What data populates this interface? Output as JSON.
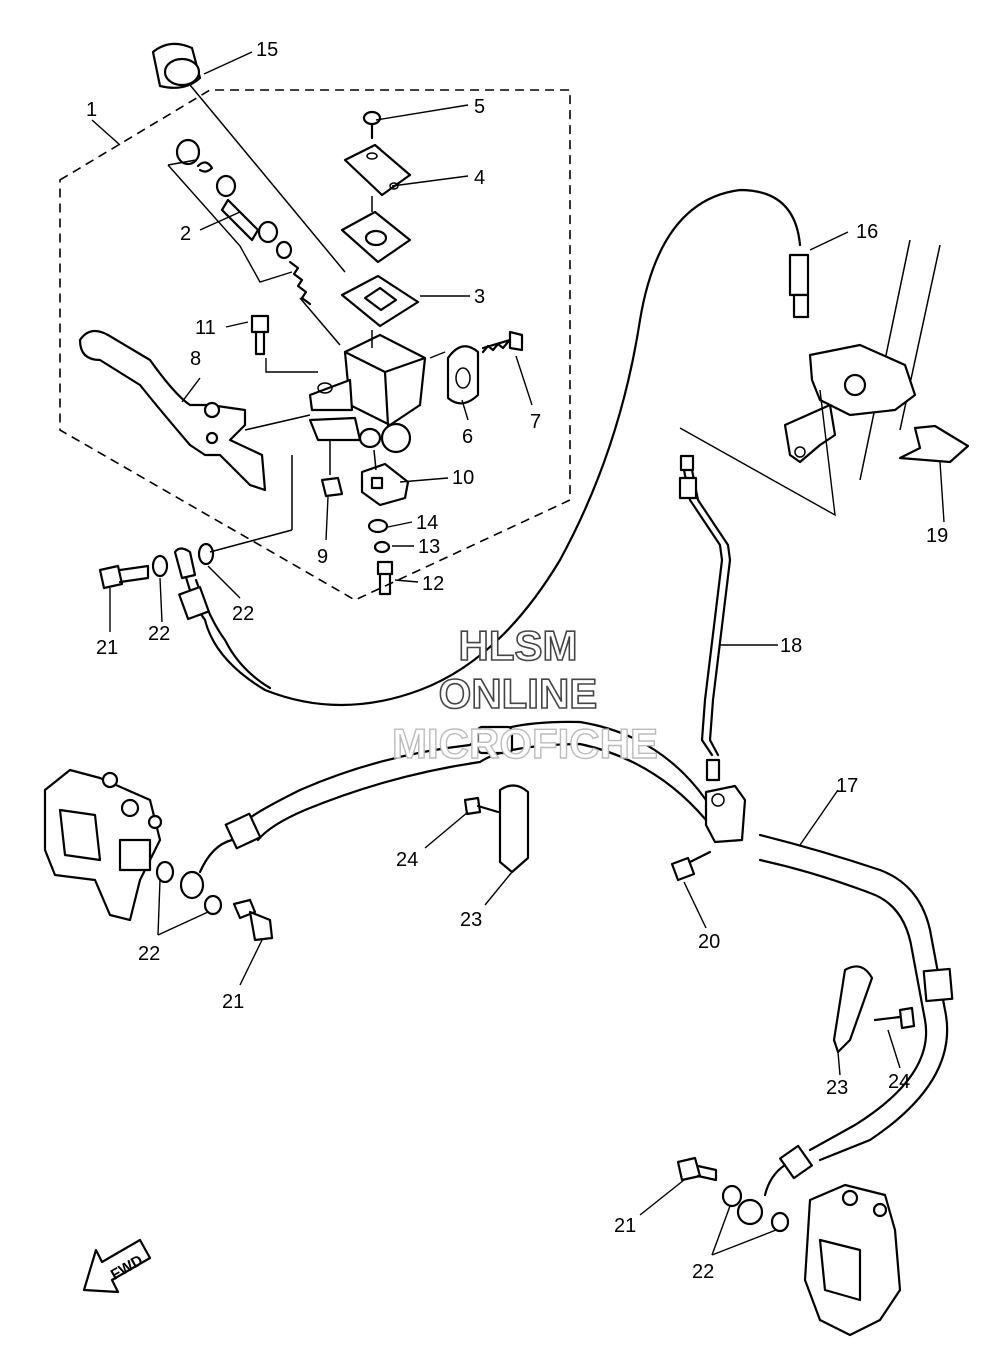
{
  "callouts": {
    "c1": "1",
    "c2": "2",
    "c3": "3",
    "c4": "4",
    "c5": "5",
    "c6": "6",
    "c7": "7",
    "c8": "8",
    "c9": "9",
    "c10": "10",
    "c11": "11",
    "c12": "12",
    "c13": "13",
    "c14": "14",
    "c15": "15",
    "c16": "16",
    "c17": "17",
    "c18": "18",
    "c19": "19",
    "c20": "20",
    "c21a": "21",
    "c21b": "21",
    "c21c": "21",
    "c22a": "22",
    "c22b": "22",
    "c22c": "22",
    "c22d": "22",
    "c23a": "23",
    "c23b": "23",
    "c24a": "24",
    "c24b": "24"
  },
  "watermark": {
    "line1": "HLSM",
    "line2": "ONLINE",
    "line3": "MICROFICHE"
  },
  "fwd_label": "FWD"
}
